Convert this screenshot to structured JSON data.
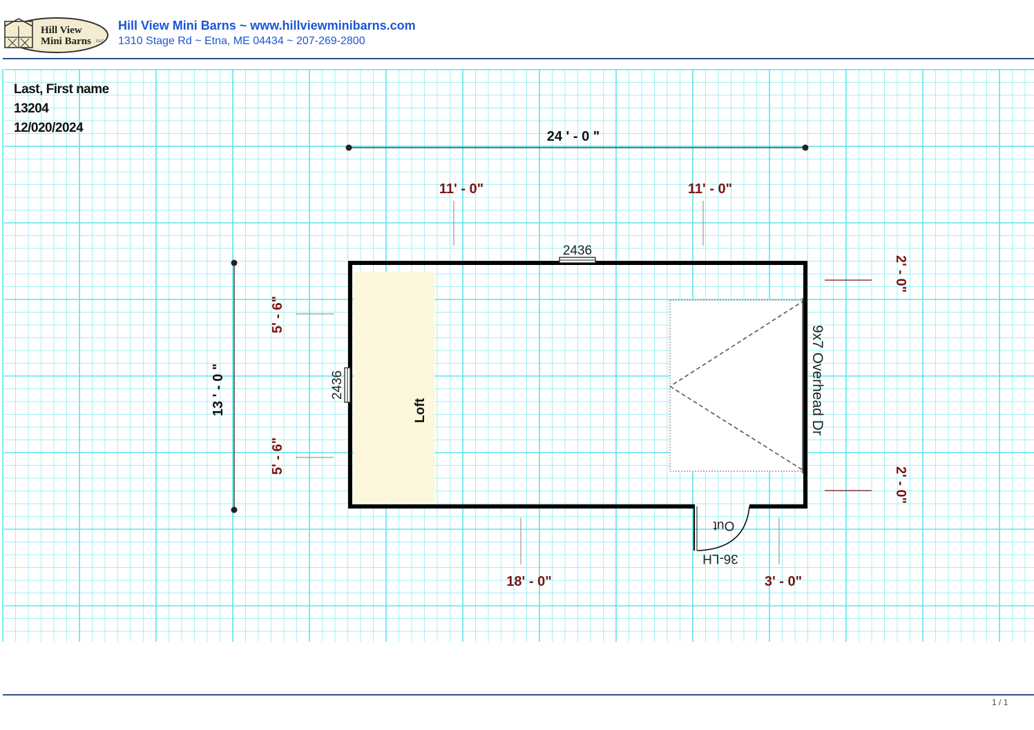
{
  "header": {
    "logo_line1": "Hill View",
    "logo_line2": "Mini Barns",
    "logo_suffix": "LLC",
    "title": "Hill View Mini Barns ~ www.hillviewminibarns.com",
    "address": "1310 Stage Rd ~ Etna, ME 04434 ~ 207-269-2800"
  },
  "customer": {
    "name": "Last, First name",
    "number": "13204",
    "date": "12/020/2024"
  },
  "plan": {
    "overall_width": "24 ' - 0 \"",
    "overall_depth": "13 ' - 0 \"",
    "top_left_segment": "11' - 0\"",
    "top_right_segment": "11' - 0\"",
    "top_window": "2436",
    "left_window": "2436",
    "left_upper_segment": "5' - 6\"",
    "left_lower_segment": "5' - 6\"",
    "loft_label": "Loft",
    "overhead_door": "9x7 Overhead Dr",
    "right_upper_segment": "2' - 0\"",
    "right_lower_segment": "2' - 0\"",
    "bottom_left_segment": "18' - 0\"",
    "bottom_right_segment": "3' - 0\"",
    "door_label": "Out",
    "door_type": "36-LH"
  },
  "colors": {
    "header_text": "#1a56d6",
    "header_rule": "#2a4f8a",
    "grid_line": "#5fe3e8",
    "dimension_red": "#7a1414",
    "wall": "#000000",
    "loft_fill": "#fdf8dc"
  },
  "footer": {
    "page": "1 / 1"
  }
}
